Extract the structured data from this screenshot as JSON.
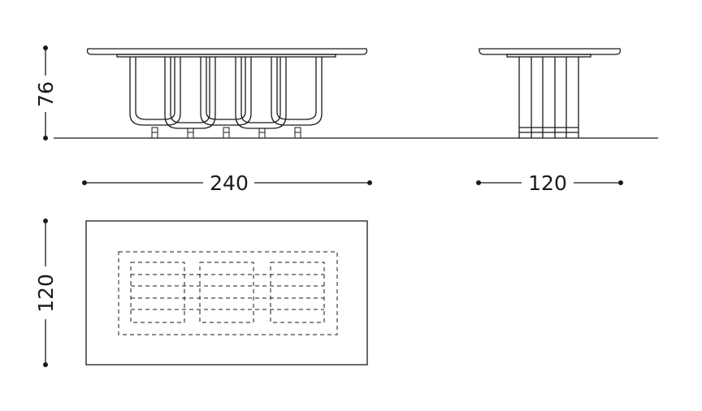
{
  "drawing": {
    "front_view": {
      "height_label": "76",
      "width_label": "240"
    },
    "side_view": {
      "depth_label": "120"
    },
    "top_view": {
      "depth_label": "120"
    },
    "colors": {
      "line": "#1a1a1a",
      "background": "#ffffff"
    }
  }
}
